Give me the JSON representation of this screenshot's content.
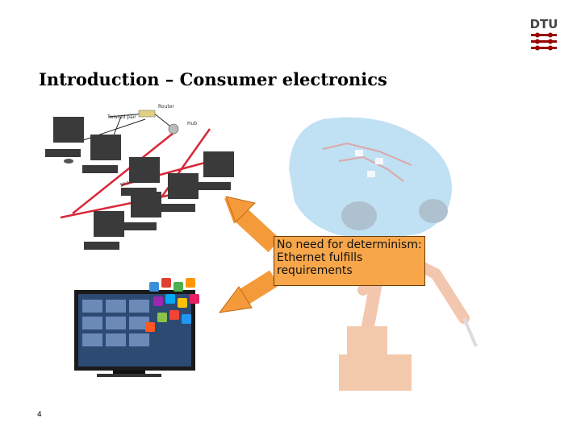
{
  "slide": {
    "title": "Introduction – Consumer electronics",
    "logo_text": "DTU",
    "callout_text": "No need for determinism: Ethernet fulfills requirements",
    "page_number": "4"
  },
  "network_diagram": {
    "labels": [
      "Twisted pair",
      "Router",
      "Hub",
      "Shared Ethernet"
    ]
  },
  "colors": {
    "dtu_red": "#990000",
    "callout_fill": "#f7a64a",
    "arrow_orange": "#f59a3a",
    "ethernet_red": "#d8283a"
  }
}
